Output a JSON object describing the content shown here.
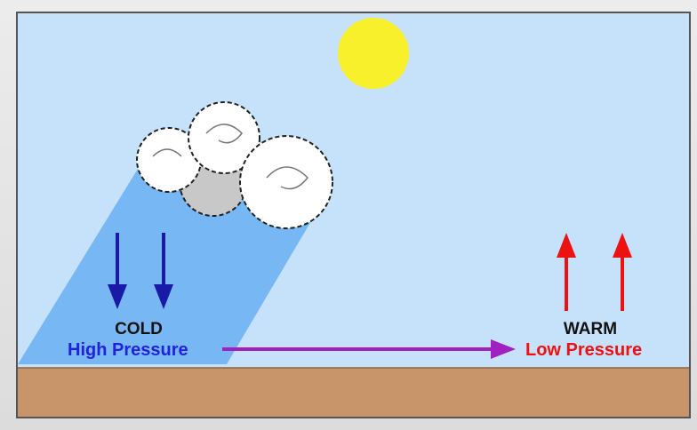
{
  "diagram": {
    "left_side": {
      "temperature_label": "COLD",
      "pressure_label": "High Pressure",
      "pressure_color": "#2222dd",
      "arrows": "down"
    },
    "right_side": {
      "temperature_label": "WARM",
      "pressure_label": "Low Pressure",
      "pressure_color": "#ee1111",
      "arrows": "up"
    },
    "wind_arrow_color": "#a020c0",
    "colors": {
      "sky": "#c6e2fb",
      "sinking_air": "#77b8f4",
      "ground": "#c8956a",
      "sun": "#f8f02a"
    }
  }
}
